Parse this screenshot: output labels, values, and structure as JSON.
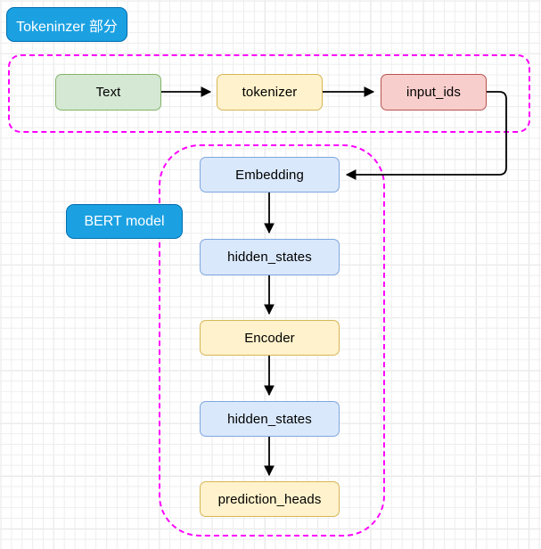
{
  "diagram": {
    "title": "BERT model pipeline flowchart",
    "background": "#ffffff",
    "grid_color": "#d4d4d4"
  },
  "groups": [
    {
      "id": "tokenizer-group",
      "label": "Tokeninzer 部分",
      "label_color": "#1ba1e2",
      "border_color": "#ff00ff",
      "border_style": "dashed"
    },
    {
      "id": "bert-group",
      "label": "BERT model",
      "label_color": "#1ba1e2",
      "border_color": "#ff00ff",
      "border_style": "dashed"
    }
  ],
  "nodes": [
    {
      "id": "text",
      "label": "Text",
      "fill": "#d5e8d4",
      "stroke": "#82b366"
    },
    {
      "id": "tokenizer",
      "label": "tokenizer",
      "fill": "#fff2cc",
      "stroke": "#d6b656"
    },
    {
      "id": "input_ids",
      "label": "input_ids",
      "fill": "#f8cecc",
      "stroke": "#b85450"
    },
    {
      "id": "embedding",
      "label": "Embedding",
      "fill": "#dae8fc",
      "stroke": "#7ea6e0"
    },
    {
      "id": "hidden_states_1",
      "label": "hidden_states",
      "fill": "#dae8fc",
      "stroke": "#7ea6e0"
    },
    {
      "id": "encoder",
      "label": "Encoder",
      "fill": "#fff2cc",
      "stroke": "#d6b656"
    },
    {
      "id": "hidden_states_2",
      "label": "hidden_states",
      "fill": "#dae8fc",
      "stroke": "#7ea6e0"
    },
    {
      "id": "prediction_heads",
      "label": "prediction_heads",
      "fill": "#fff2cc",
      "stroke": "#d6b656"
    }
  ],
  "edges": [
    {
      "from": "text",
      "to": "tokenizer",
      "style": "straight-right"
    },
    {
      "from": "tokenizer",
      "to": "input_ids",
      "style": "straight-right"
    },
    {
      "from": "input_ids",
      "to": "embedding",
      "style": "orthogonal-loop"
    },
    {
      "from": "embedding",
      "to": "hidden_states_1",
      "style": "straight-down"
    },
    {
      "from": "hidden_states_1",
      "to": "encoder",
      "style": "straight-down"
    },
    {
      "from": "encoder",
      "to": "hidden_states_2",
      "style": "straight-down"
    },
    {
      "from": "hidden_states_2",
      "to": "prediction_heads",
      "style": "straight-down"
    }
  ]
}
